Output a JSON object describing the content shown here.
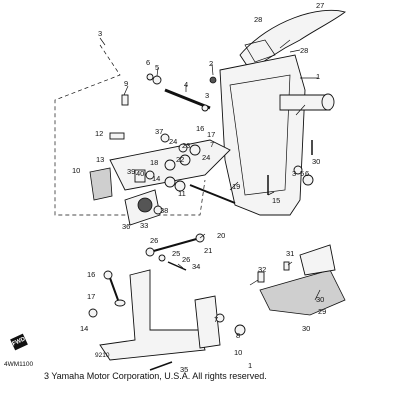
{
  "diagram": {
    "callouts": [
      "1",
      "2",
      "3",
      "4",
      "5",
      "6",
      "7",
      "8",
      "9",
      "10",
      "11",
      "12",
      "13",
      "14",
      "15",
      "16",
      "17",
      "18",
      "19",
      "20",
      "21",
      "22",
      "23",
      "24",
      "25",
      "26",
      "27",
      "28",
      "29",
      "30",
      "31",
      "32",
      "33",
      "34",
      "35",
      "36",
      "37",
      "38",
      "39",
      "40"
    ],
    "fwd_label": "FWD",
    "ref_9210": "9210",
    "doc_code": "4WM1100",
    "copyright": "3 Yamaha Motor Corporation, U.S.A. All rights reserved."
  }
}
